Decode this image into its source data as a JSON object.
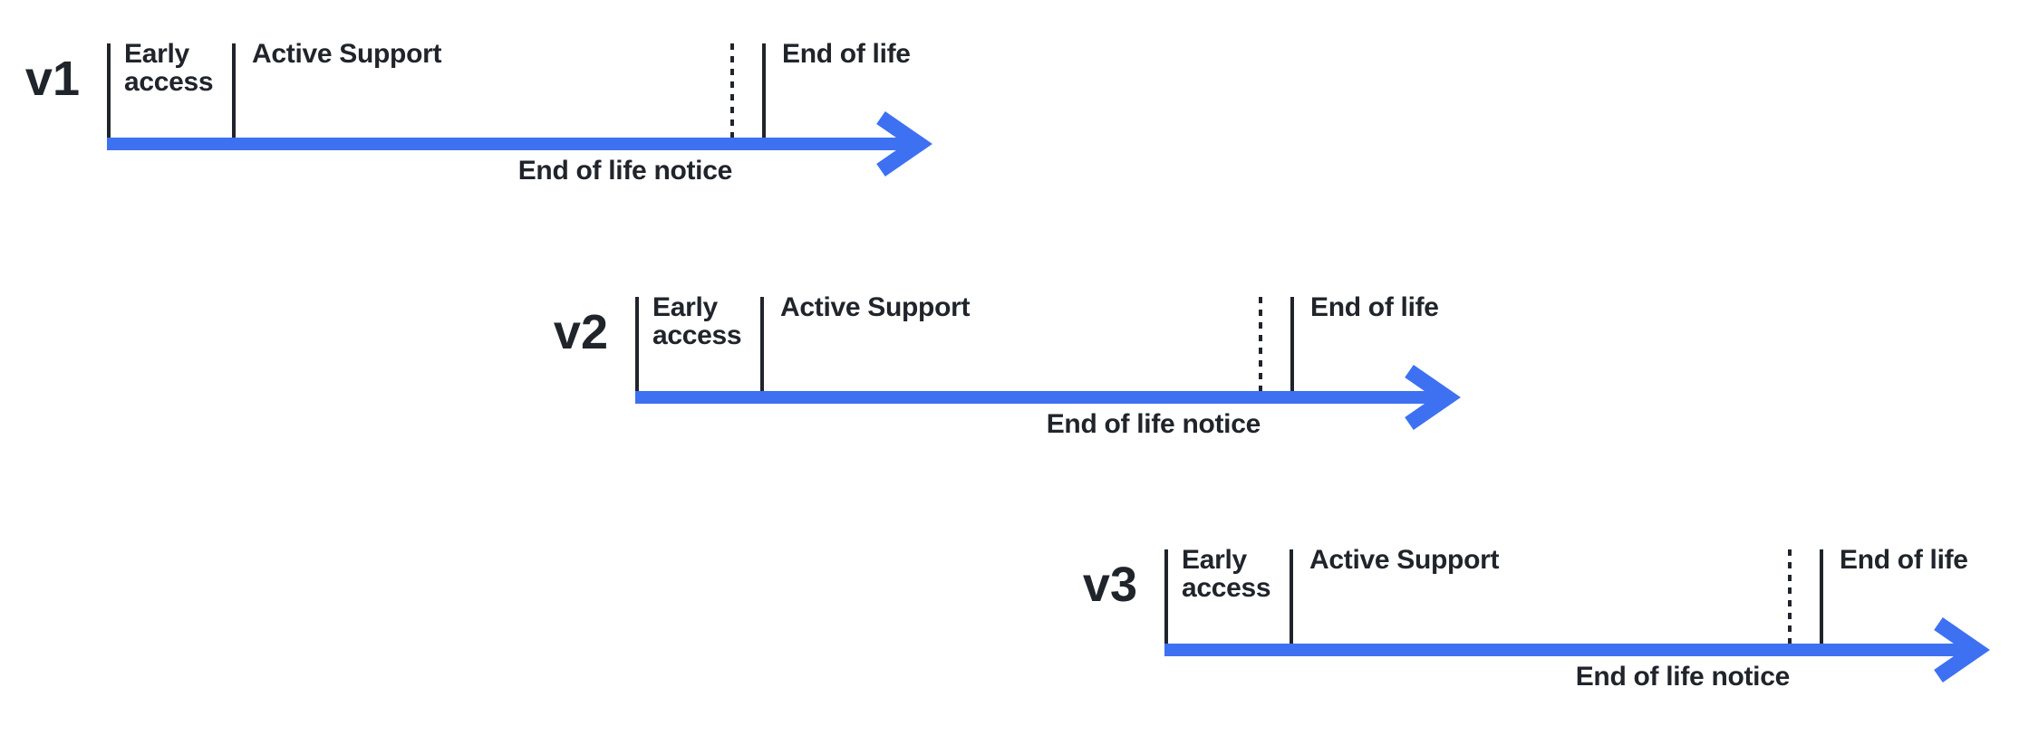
{
  "diagram": {
    "type": "version-lifecycle-timelines",
    "colors": {
      "arrow": "#3E71F1",
      "ink": "#20242B",
      "background": "#FFFFFF"
    },
    "labels": {
      "early_access": "Early access",
      "active_support": "Active Support",
      "end_of_life": "End of life",
      "end_of_life_notice": "End of life notice"
    },
    "phases_order": [
      "Early access",
      "Active Support",
      "End of life notice",
      "End of life"
    ],
    "timelines": [
      {
        "version": "v1"
      },
      {
        "version": "v2"
      },
      {
        "version": "v3"
      }
    ]
  }
}
